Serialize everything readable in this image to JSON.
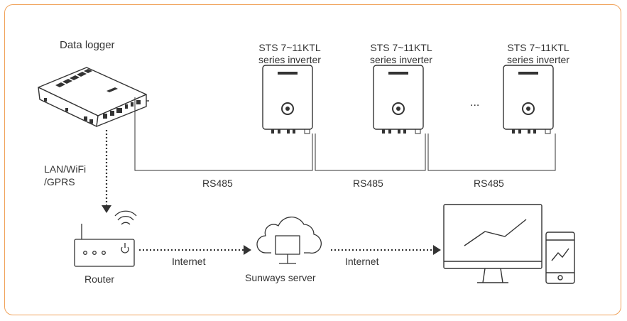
{
  "labels": {
    "data_logger": "Data logger",
    "inverter_line1": "STS 7~11KTL",
    "inverter_line2": "series inverter",
    "ellipsis": "...",
    "rs485": "RS485",
    "lan_line1": "LAN/WiFi",
    "lan_line2": "/GPRS",
    "router": "Router",
    "internet": "Internet",
    "server": "Sunways server"
  },
  "colors": {
    "frame": "#f0a25a",
    "line": "#333333",
    "text": "#333333"
  }
}
